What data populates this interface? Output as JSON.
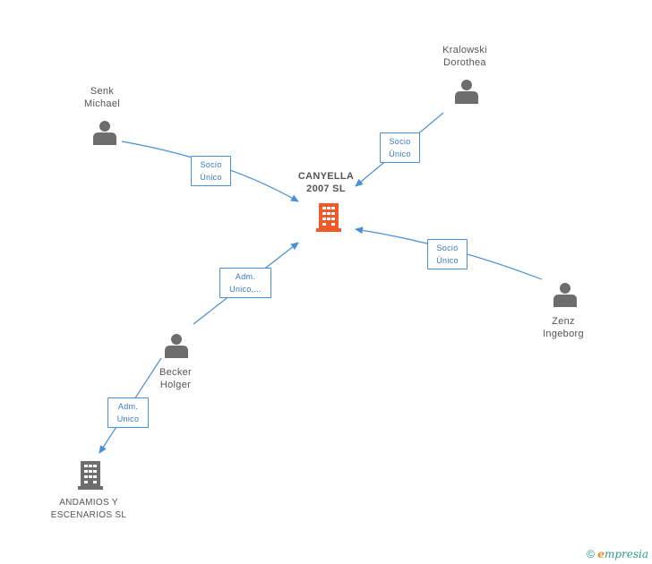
{
  "colors": {
    "edge": "#4a8fd6",
    "person": "#6d6d6d",
    "company_main": "#f05a28",
    "company_other": "#6d6d6d"
  },
  "nodes": {
    "main": {
      "line1": "CANYELLA",
      "line2": "2007 SL",
      "icon": "building-icon"
    },
    "senk": {
      "line1": "Senk",
      "line2": "Michael",
      "icon": "person-icon"
    },
    "kralowski": {
      "line1": "Kralowski",
      "line2": "Dorothea",
      "icon": "person-icon"
    },
    "zenz": {
      "line1": "Zenz",
      "line2": "Ingeborg",
      "icon": "person-icon"
    },
    "becker": {
      "line1": "Becker",
      "line2": "Holger",
      "icon": "person-icon"
    },
    "andamios": {
      "line1": "ANDAMIOS Y",
      "line2": "ESCENARIOS SL",
      "icon": "building-icon"
    }
  },
  "edges": {
    "senk_main": {
      "line1": "Socio",
      "line2": "Único"
    },
    "kralowski_main": {
      "line1": "Socio",
      "line2": "Único"
    },
    "zenz_main": {
      "line1": "Socio",
      "line2": "Único"
    },
    "becker_main": {
      "line1": "Adm.",
      "line2": "Unico,..."
    },
    "becker_andamios": {
      "line1": "Adm.",
      "line2": "Unico"
    }
  },
  "footer": {
    "copyright": "©",
    "brand_first": "e",
    "brand_rest": "mpresia"
  }
}
